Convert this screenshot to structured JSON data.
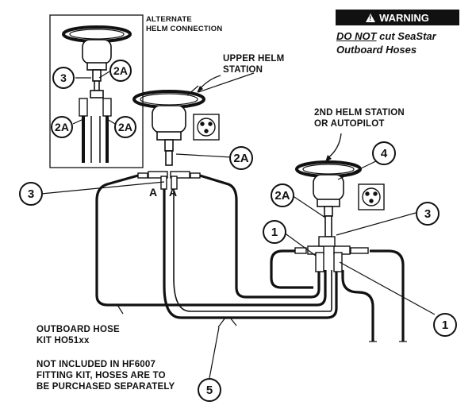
{
  "warning": {
    "header": "WARNING",
    "do_not": "DO NOT",
    "line1_rest": " cut SeaStar",
    "line2": "Outboard Hoses"
  },
  "labels": {
    "alternate_helm": [
      "ALTERNATE",
      "HELM CONNECTION"
    ],
    "upper_helm": [
      "UPPER HELM",
      "STATION"
    ],
    "second_helm": [
      "2ND HELM STATION",
      "OR AUTOPILOT"
    ],
    "outboard_hose": [
      "OUTBOARD HOSE",
      "KIT HO51xx"
    ],
    "not_included": [
      "NOT INCLUDED IN HF6007",
      "FITTING KIT, HOSES ARE TO",
      "BE PURCHASED SEPARATELY"
    ]
  },
  "port_letters": [
    "A",
    "A"
  ],
  "callouts": {
    "c3_alt": "3",
    "c2a_alt_top": "2A",
    "c2a_alt_left": "2A",
    "c2a_alt_right": "2A",
    "c3_left": "3",
    "c2a_upper": "2A",
    "c4": "4",
    "c2a_second": "2A",
    "c3_right": "3",
    "c1_left": "1",
    "c1_bottom": "1",
    "c5": "5"
  }
}
